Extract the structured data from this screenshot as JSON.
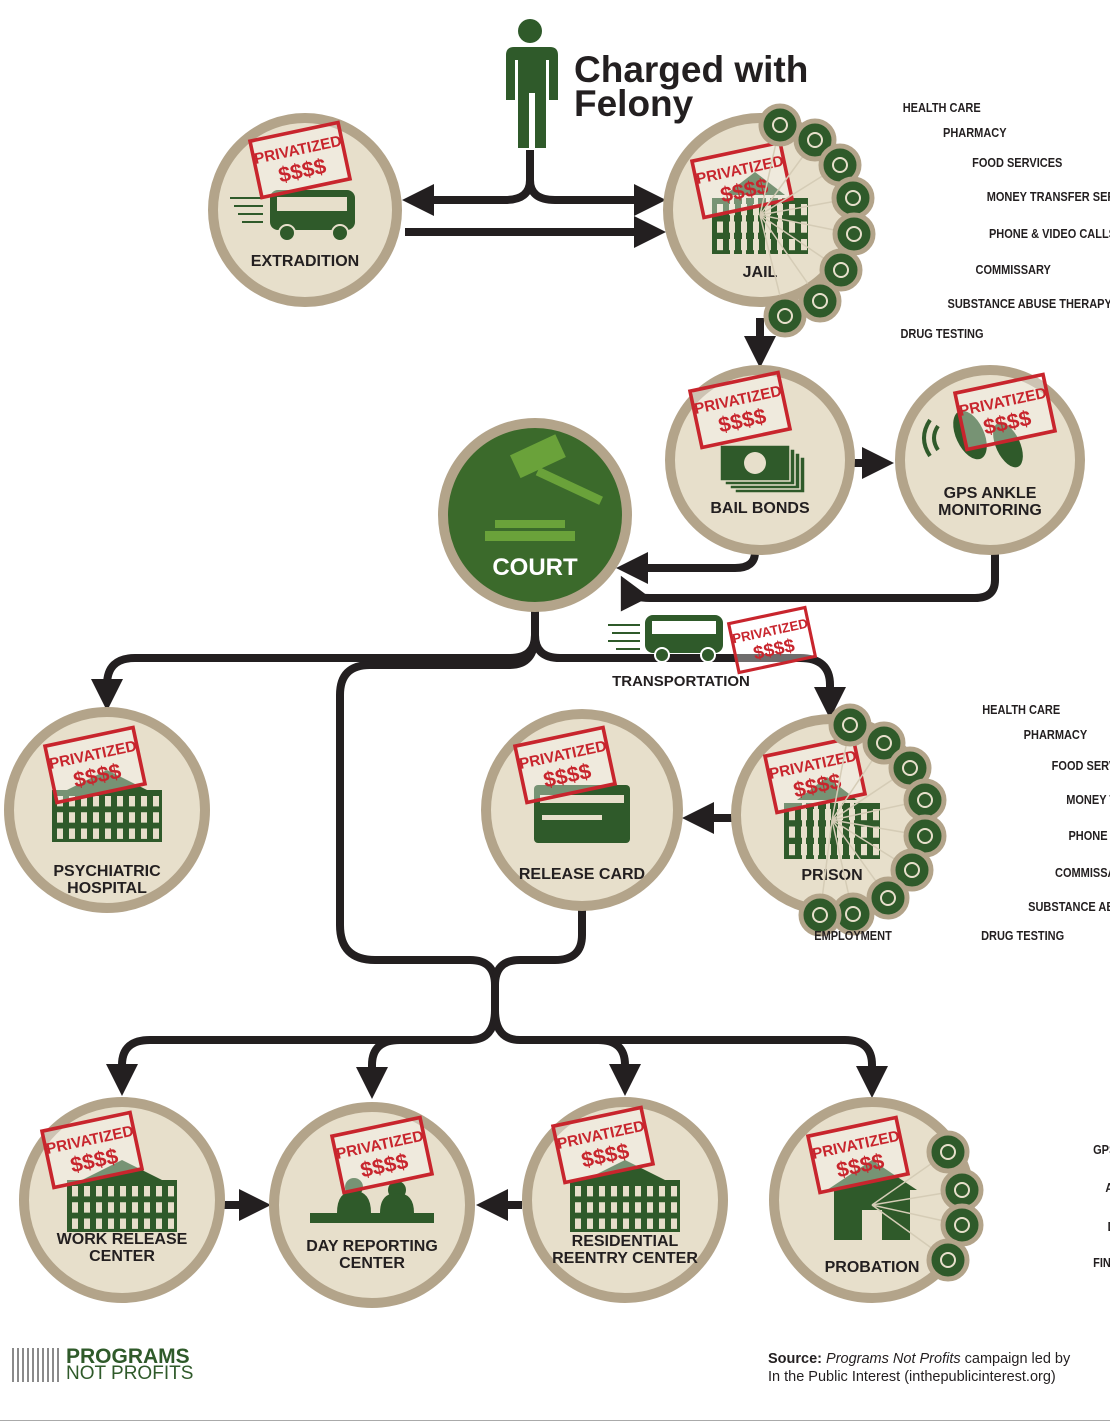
{
  "title": {
    "line1": "Charged with",
    "line2": "Felony"
  },
  "stamp": {
    "word": "PRIVATIZED",
    "dollars": "$$$$"
  },
  "nodes": {
    "extradition": "EXTRADITION",
    "jail": "JAIL",
    "bail_bonds": "BAIL BONDS",
    "gps_line1": "GPS ANKLE",
    "gps_line2": "MONITORING",
    "court": "COURT",
    "transportation": "TRANSPORTATION",
    "psych_line1": "PSYCHIATRIC",
    "psych_line2": "HOSPITAL",
    "release_card": "RELEASE CARD",
    "prison": "PRISON",
    "work_line1": "WORK RELEASE",
    "work_line2": "CENTER",
    "day_line1": "DAY REPORTING",
    "day_line2": "CENTER",
    "res_line1": "RESIDENTIAL",
    "res_line2": "REENTRY CENTER",
    "probation": "PROBATION"
  },
  "jail_services": [
    "HEALTH CARE",
    "PHARMACY",
    "FOOD SERVICES",
    "MONEY TRANSFER SERVICES",
    "PHONE & VIDEO CALLS",
    "COMMISSARY",
    "SUBSTANCE ABUSE THERAPY",
    "DRUG TESTING"
  ],
  "prison_services": [
    "HEALTH CARE",
    "PHARMACY",
    "FOOD SERVICES",
    "MONEY TRANSFER SERVICES",
    "PHONE & VIDEO CALLS",
    "COMMISSARY",
    "SUBSTANCE ABUSE THERAPY",
    "DRUG TESTING",
    "EMPLOYMENT"
  ],
  "probation_services": [
    "GPS ANKLE MONITORING",
    "ALCOHOL MONITORING",
    "DRUG TESTING",
    "FINE COLLECTION"
  ],
  "footer": {
    "logo_line1": "PROGRAMS",
    "logo_line2": "NOT PROFITS",
    "source_label": "Source:",
    "source_italic": "Programs Not Profits",
    "source_rest": " campaign led by",
    "source_line2": "In the Public Interest (inthepublicinterest.org)"
  },
  "colors": {
    "green": "#2f5a2a",
    "court": "#3b6a2b",
    "beige": "#e7dfcb",
    "ring": "#b3a48a",
    "red": "#c8252d",
    "arrow": "#231f20"
  }
}
